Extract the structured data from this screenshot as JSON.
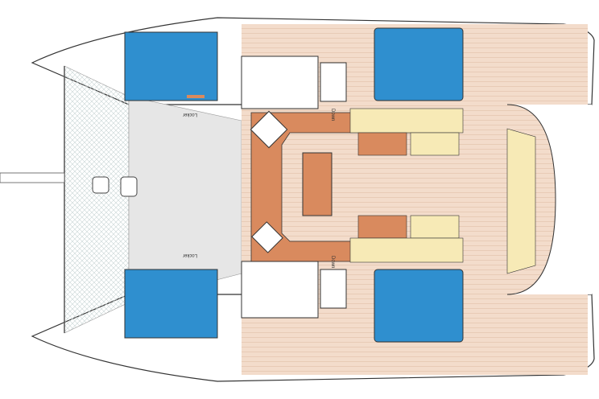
{
  "labels": {
    "locker_top": "Locker",
    "locker_bottom": "Locker",
    "down_top": "Down",
    "down_bottom": "Down"
  },
  "colors": {
    "floor": "#f3dccb",
    "galley": "#d98a5e",
    "berth": "#2f8fcf",
    "seat": "#f7eab6",
    "deck": "#e6e6e6",
    "outline": "#333333"
  }
}
